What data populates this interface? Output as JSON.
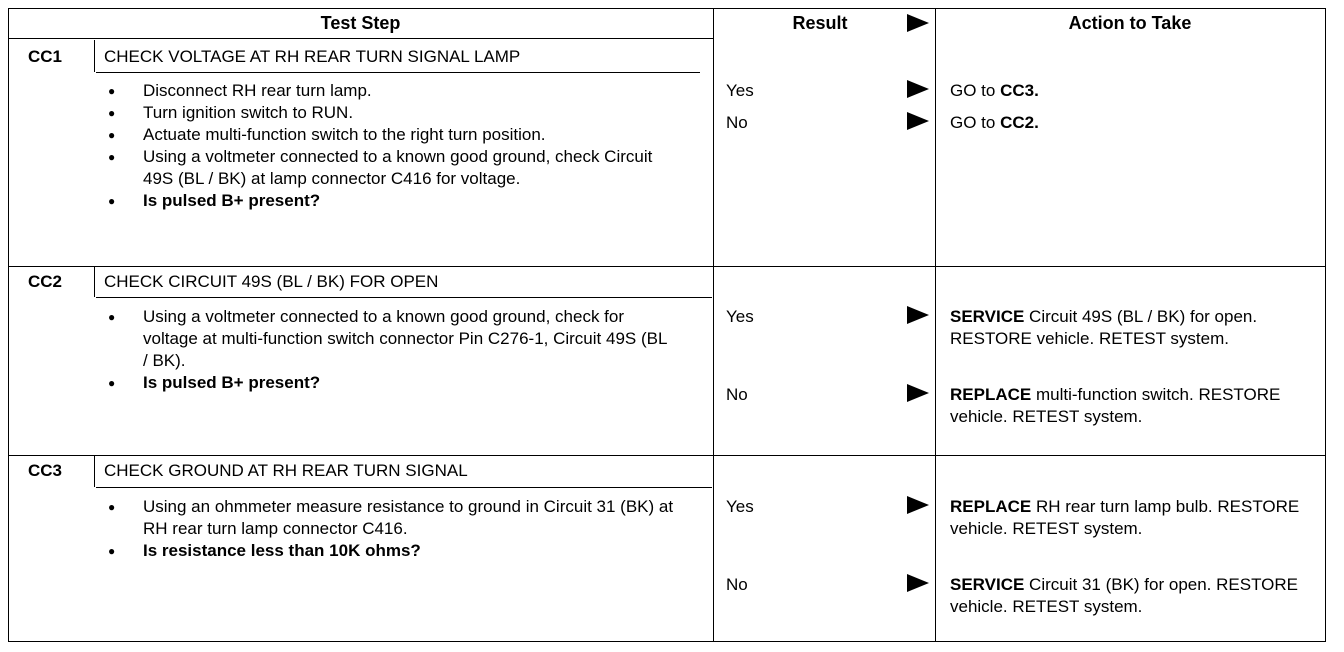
{
  "header": {
    "test_step": "Test Step",
    "result": "Result",
    "action": "Action to Take"
  },
  "steps": [
    {
      "id": "CC1",
      "title": "CHECK VOLTAGE AT RH REAR TURN SIGNAL LAMP",
      "bullets": [
        "Disconnect RH rear turn lamp.",
        "Turn ignition switch to RUN.",
        "Actuate multi-function switch to the right turn position.",
        "Using a voltmeter connected to a known good ground, check Circuit 49S (BL / BK) at lamp connector C416 for voltage.",
        "Is pulsed B+ present?"
      ],
      "results": [
        {
          "result": "Yes",
          "action_prefix": "GO to ",
          "action_bold": "CC3.",
          "action_rest": ""
        },
        {
          "result": "No",
          "action_prefix": "GO to ",
          "action_bold": "CC2.",
          "action_rest": ""
        }
      ]
    },
    {
      "id": "CC2",
      "title": "CHECK CIRCUIT 49S (BL / BK) FOR OPEN",
      "bullets": [
        "Using a voltmeter connected to a known good ground, check for voltage at multi-function switch connector Pin C276-1, Circuit 49S (BL / BK).",
        "Is pulsed B+ present?"
      ],
      "results": [
        {
          "result": "Yes",
          "action_prefix": "",
          "action_bold": "SERVICE",
          "action_rest": " Circuit 49S (BL / BK) for open. RESTORE vehicle. RETEST system."
        },
        {
          "result": "No",
          "action_prefix": "",
          "action_bold": "REPLACE",
          "action_rest": " multi-function switch. RESTORE vehicle. RETEST system."
        }
      ]
    },
    {
      "id": "CC3",
      "title": "CHECK GROUND AT RH REAR TURN SIGNAL",
      "bullets": [
        "Using an ohmmeter measure resistance to ground in Circuit 31 (BK) at RH rear turn lamp connector C416.",
        "Is resistance less than 10K ohms?"
      ],
      "results": [
        {
          "result": "Yes",
          "action_prefix": "",
          "action_bold": "REPLACE",
          "action_rest": " RH rear turn lamp bulb. RESTORE vehicle. RETEST system."
        },
        {
          "result": "No",
          "action_prefix": "",
          "action_bold": "SERVICE",
          "action_rest": " Circuit 31 (BK) for open. RESTORE vehicle. RETEST system."
        }
      ]
    }
  ]
}
